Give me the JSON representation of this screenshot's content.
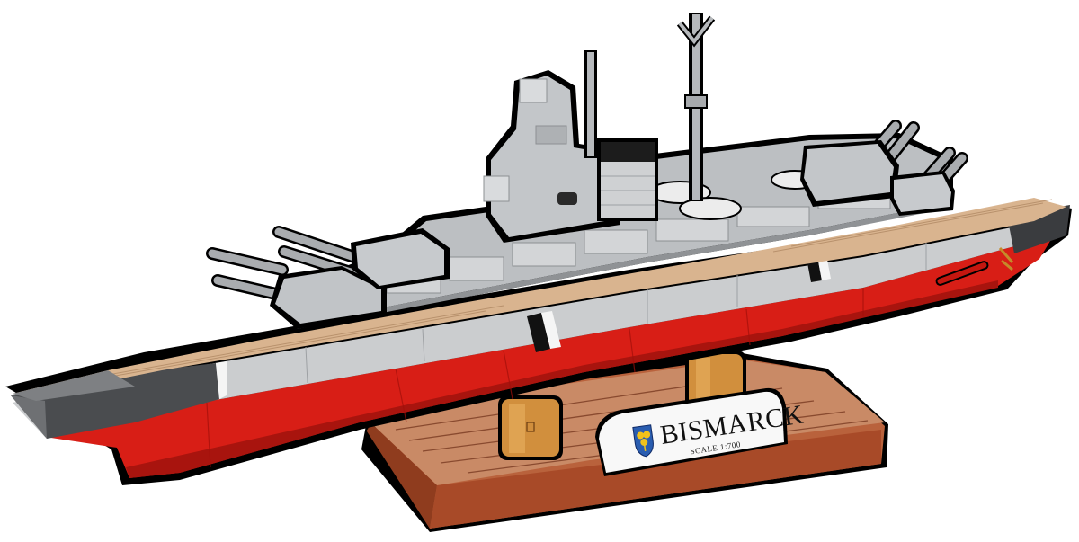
{
  "product": {
    "subject": "Brick-built battleship model on display stand",
    "nameplate": {
      "title": "BISMARCK",
      "scale": "SCALE 1:700",
      "emblem": "coat-of-arms-shield"
    }
  },
  "colors": {
    "background": "#ffffff",
    "hull_red": "#d81e16",
    "hull_red_dark": "#a8140e",
    "hull_grey": "#c9cbcd",
    "superstructure_grey": "#b9bcbf",
    "dark_grey": "#4a4c4f",
    "deck_tan": "#d9b48f",
    "stand_brown": "#a24a2a",
    "stand_brown_light": "#c9825e",
    "pedestal_gold": "#d0913b",
    "plate_white": "#f7f7f7",
    "emblem_blue": "#2a5db0",
    "emblem_yellow": "#f1c21b",
    "outline": "#000000"
  }
}
